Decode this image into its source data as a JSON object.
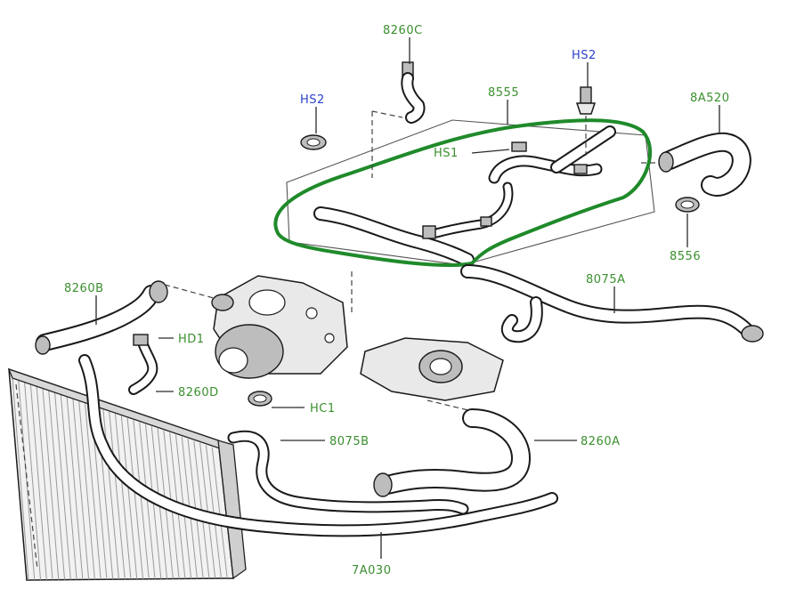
{
  "labels": {
    "l8260c": "8260C",
    "lhs2a": "HS2",
    "lhs2b": "HS2",
    "l8555": "8555",
    "lhs1": "HS1",
    "l8a520": "8A520",
    "l8556": "8556",
    "l8260b": "8260B",
    "lhd1": "HD1",
    "l8260d": "8260D",
    "l8075a": "8075A",
    "lhc1": "HC1",
    "l8075b": "8075B",
    "l8260a": "8260A",
    "l7a030": "7A030"
  },
  "colors": {
    "part_label": "#3a8f2e",
    "fastener_label": "#2a3fc8",
    "highlight": "#1f8a2a"
  }
}
